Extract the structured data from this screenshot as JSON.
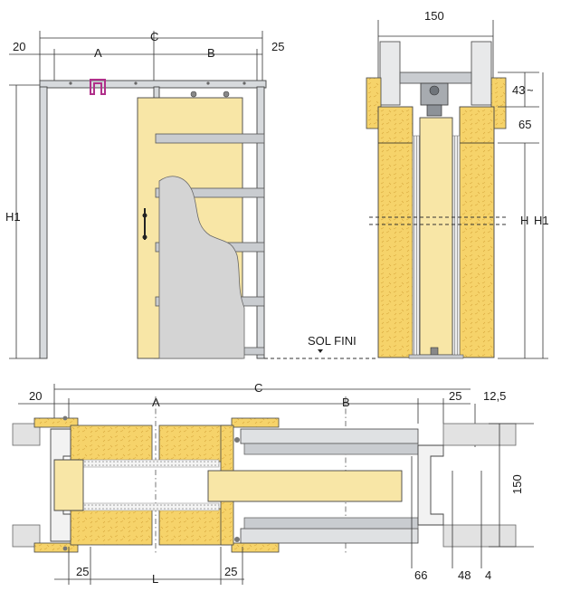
{
  "front_view": {
    "dim_left_margin": "20",
    "dim_opening": "A",
    "dim_total_width": "C",
    "dim_pocket": "B",
    "dim_right_margin": "25",
    "dim_total_height": "H1"
  },
  "side_section": {
    "dim_width": "150",
    "dim_top_gap": "43",
    "tilde": "~",
    "dim_track": "65",
    "dim_door_height": "H",
    "dim_total_height": "H1",
    "floor_label": "SOL FINI"
  },
  "plan_section": {
    "dim_left_margin": "20",
    "dim_total_width": "C",
    "dim_opening": "A",
    "dim_pocket": "B",
    "dim_right_margin": "25",
    "dim_board": "12,5",
    "dim_depth": "150",
    "dim_jamb_left": "25",
    "dim_passage": "L",
    "dim_jamb_right": "25",
    "dim_66": "66",
    "dim_48": "48",
    "dim_4": "4"
  },
  "colors": {
    "wood": "#f6d36a",
    "door": "#f8e6a6",
    "metal": "#c9ccd0",
    "plaster": "#d4d4d4",
    "handle_marker": "#b0308a"
  }
}
